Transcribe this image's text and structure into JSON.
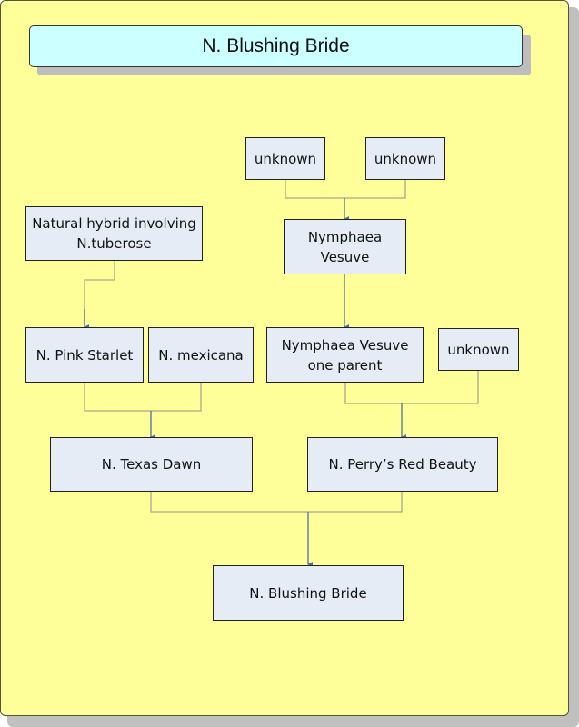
{
  "title": "N. Blushing Bride",
  "colors": {
    "background": "#ffff99",
    "title_fill": "#ccffff",
    "node_fill": "#e6ecf5",
    "connector": "#a8a890",
    "arrow": "#4f6f9a"
  },
  "nodes": {
    "unknown_a": "unknown",
    "unknown_b": "unknown",
    "nymphaea_vesuve": "Nymphaea\nVesuve",
    "natural_hybrid": "Natural hybrid involving\nN.tuberose",
    "pink_starlet": "N. Pink Starlet",
    "mexicana": "N. mexicana",
    "vesuve_one_parent": "Nymphaea Vesuve\none parent",
    "unknown_c": "unknown",
    "texas_dawn": "N. Texas Dawn",
    "perrys_red_beauty": "N. Perry’s Red Beauty",
    "blushing_bride": "N. Blushing Bride"
  },
  "edges": [
    {
      "from": [
        "unknown_a",
        "unknown_b"
      ],
      "to": "nymphaea_vesuve"
    },
    {
      "from": [
        "nymphaea_vesuve"
      ],
      "to": "vesuve_one_parent"
    },
    {
      "from": [
        "natural_hybrid"
      ],
      "to": "pink_starlet"
    },
    {
      "from": [
        "pink_starlet",
        "mexicana"
      ],
      "to": "texas_dawn"
    },
    {
      "from": [
        "vesuve_one_parent",
        "unknown_c"
      ],
      "to": "perrys_red_beauty"
    },
    {
      "from": [
        "texas_dawn",
        "perrys_red_beauty"
      ],
      "to": "blushing_bride"
    }
  ]
}
